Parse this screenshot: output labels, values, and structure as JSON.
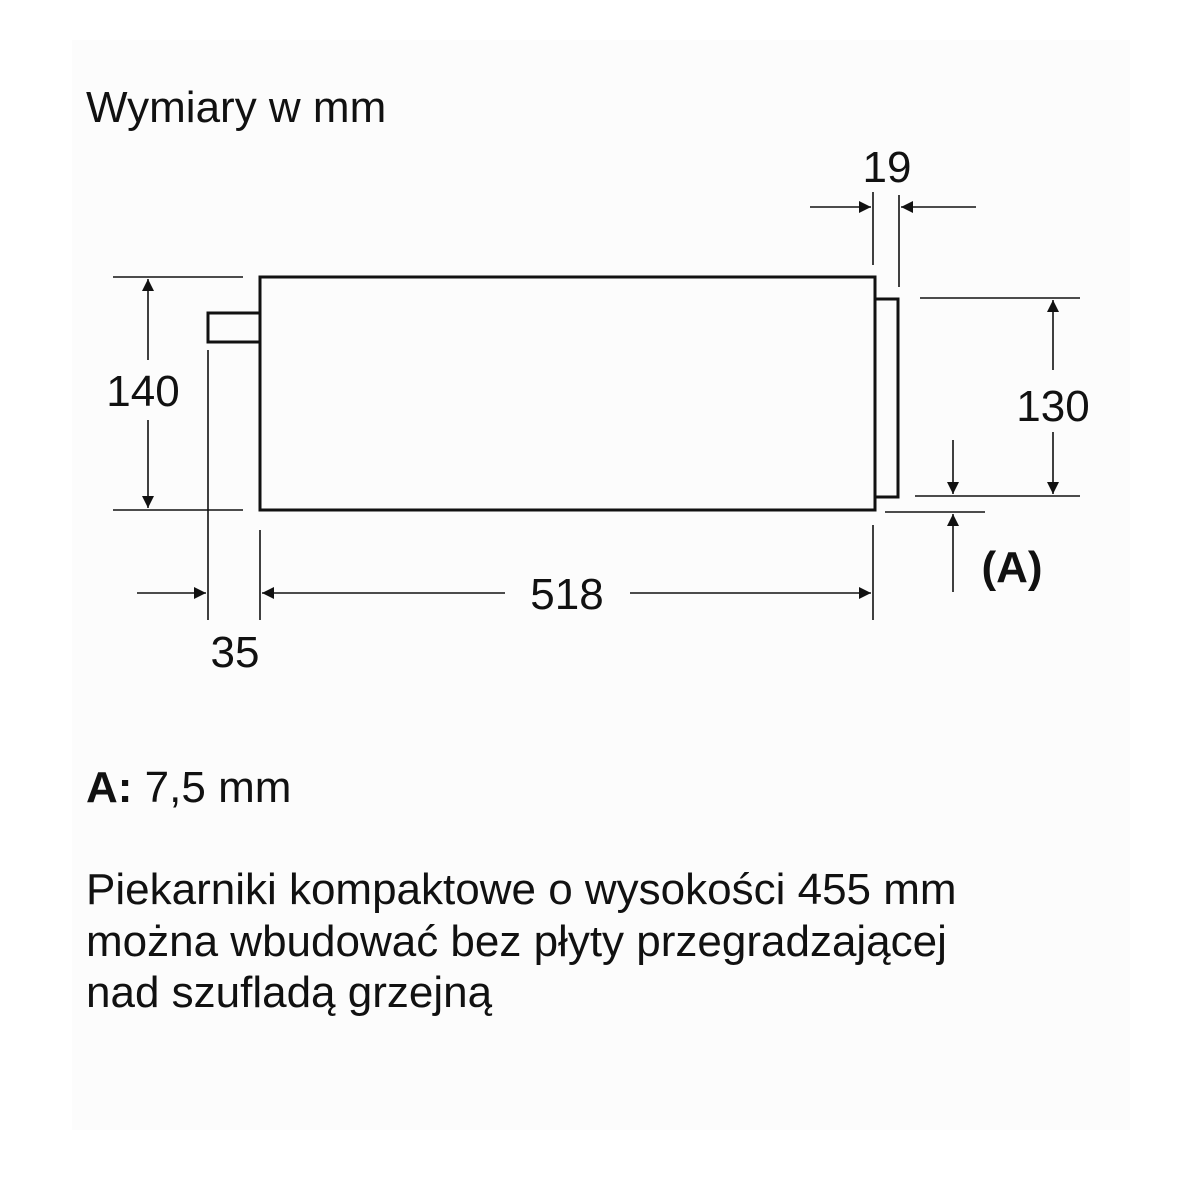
{
  "title": "Wymiary w mm",
  "dimensions": {
    "height_total": "140",
    "front_height": "130",
    "depth": "518",
    "rear_offset": "35",
    "front_thickness": "19",
    "gap_label": "(A)"
  },
  "note": {
    "label": "A:",
    "value": "7,5 mm"
  },
  "description": [
    "Piekarniki kompaktowe o wysokości 455 mm",
    "można wbudować bez płyty przegradzającej",
    "nad szufladą grzejną"
  ]
}
